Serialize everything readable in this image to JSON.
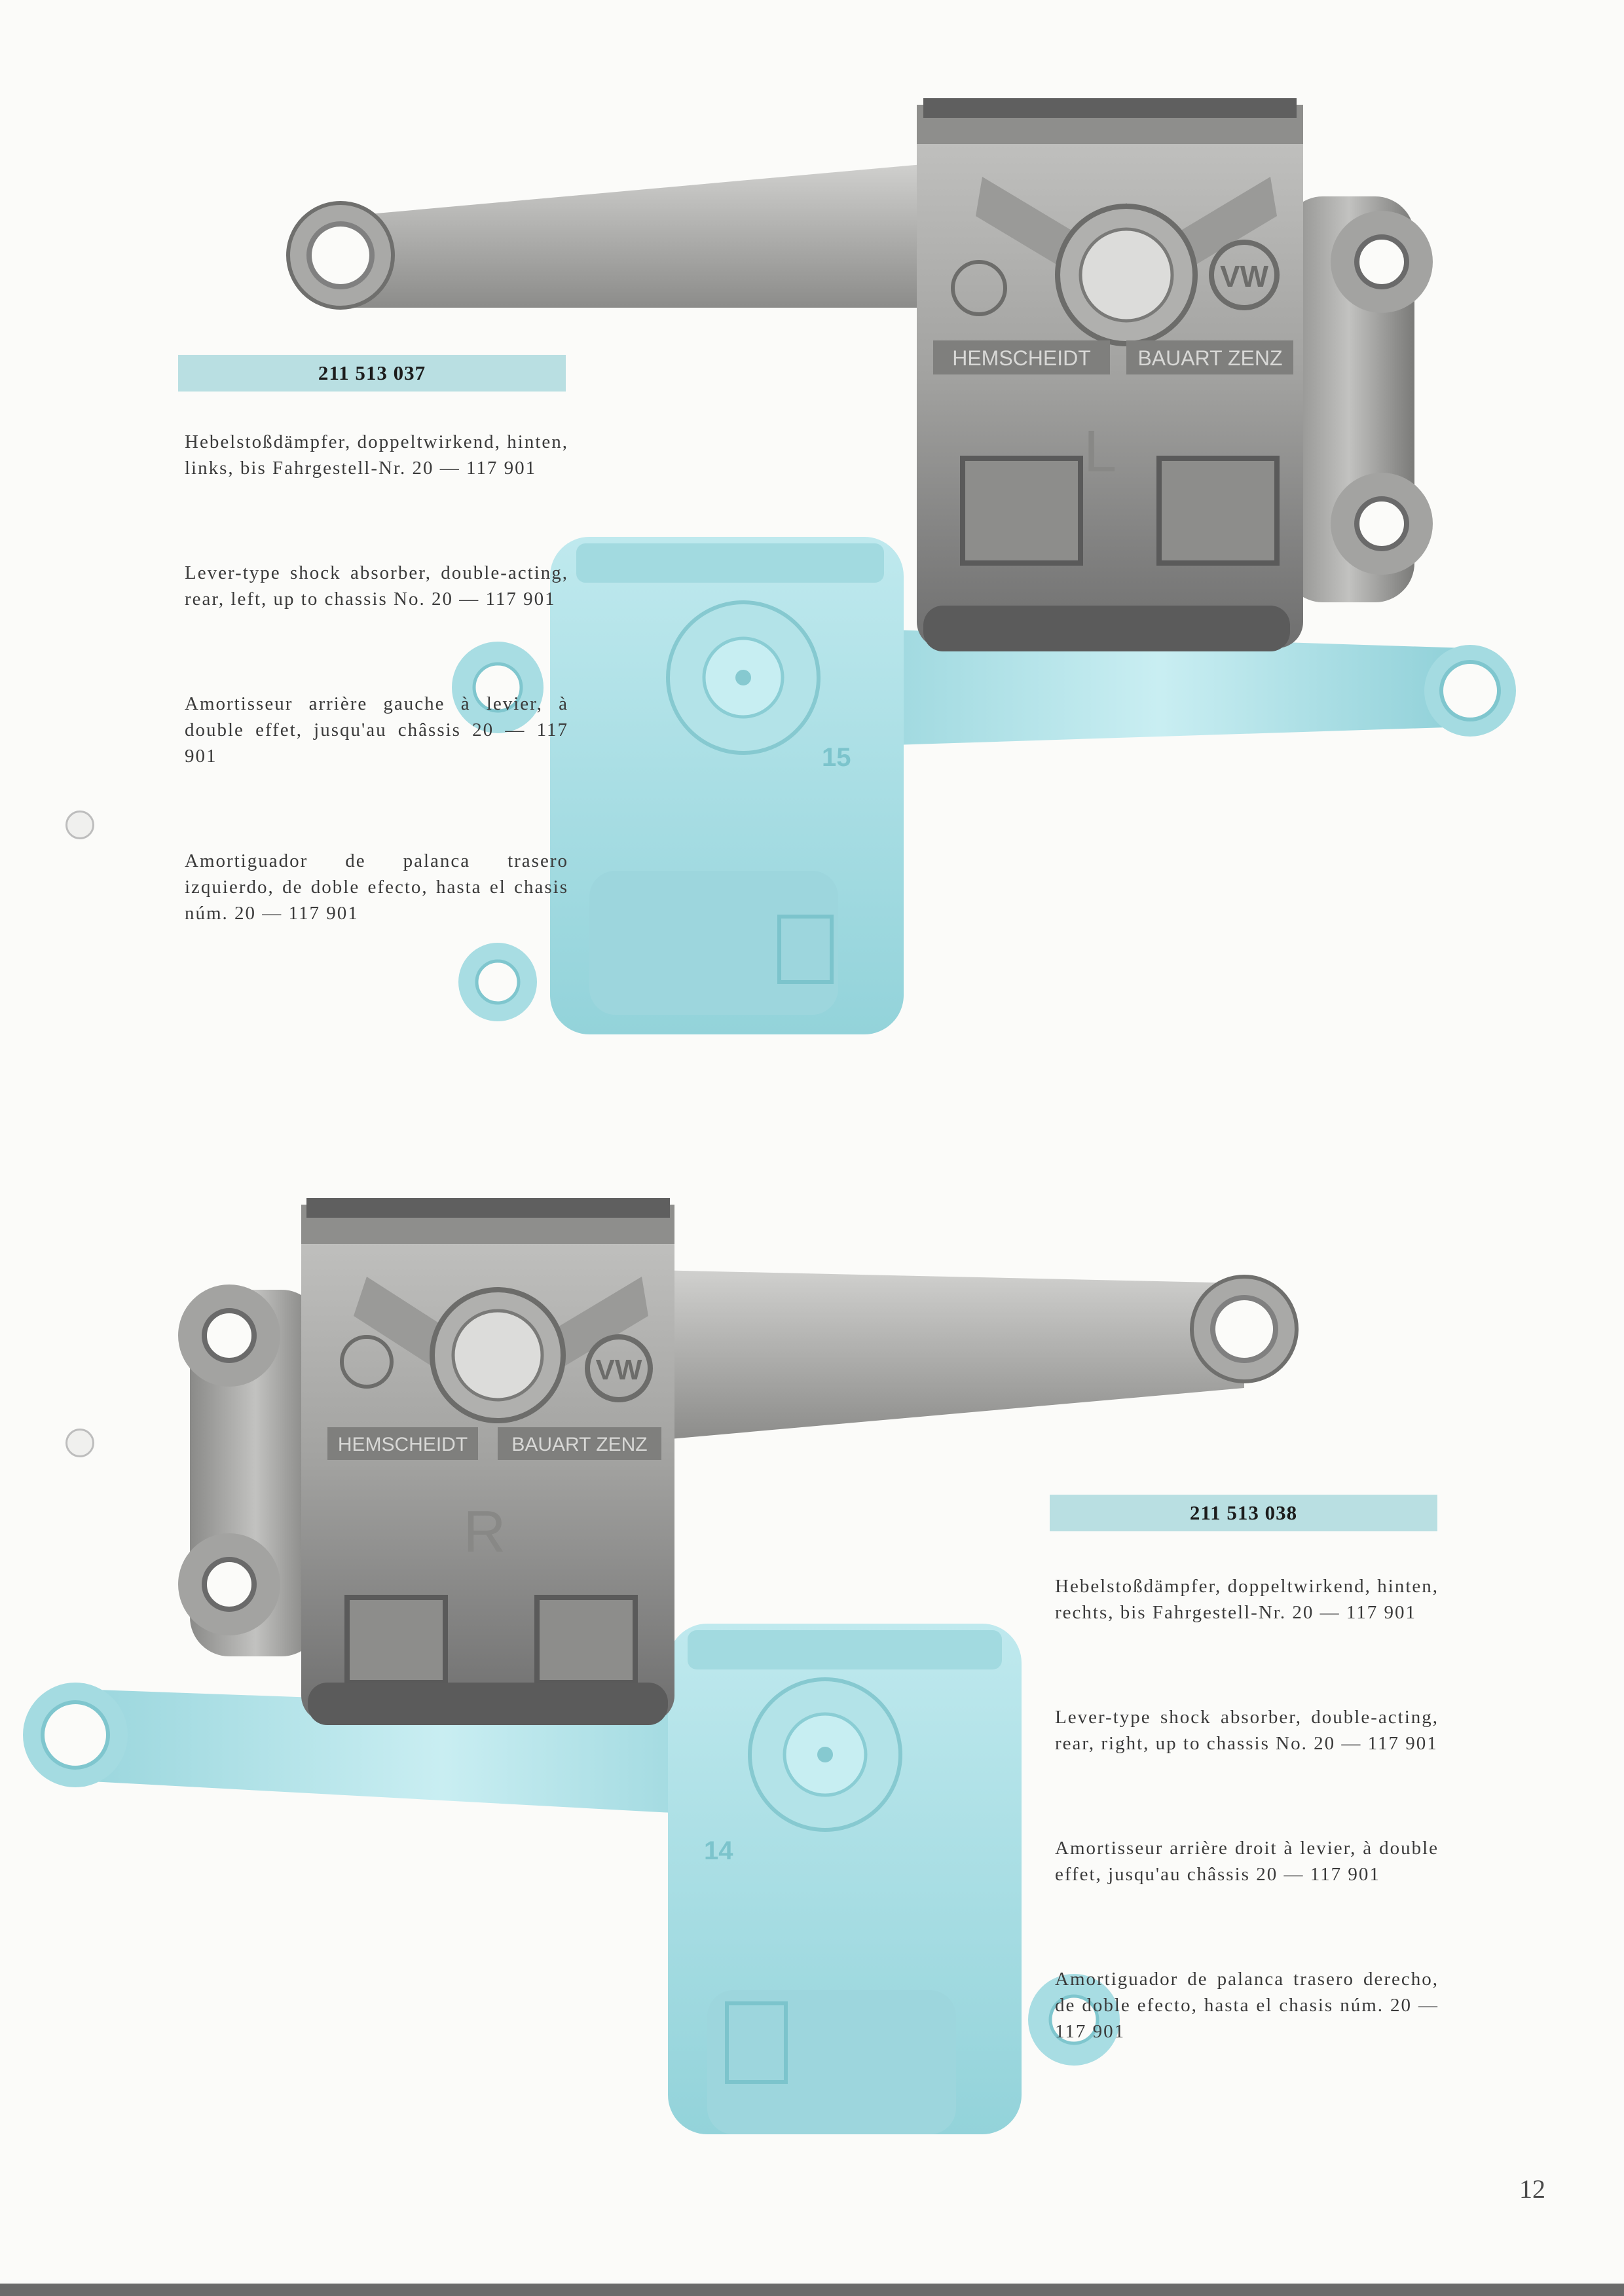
{
  "colors": {
    "label_bg": "#b9dfe2",
    "cyan_part": "#a8dee4",
    "cyan_part_dark": "#7cc4cc",
    "metal_light": "#b4b4b4",
    "metal_dark": "#6f6f6f"
  },
  "top_part": {
    "part_number": "211 513 037",
    "descriptions": [
      "Hebelstoßdämpfer, doppeltwirkend, hinten, links, bis Fahrgestell-Nr. 20 — 117 901",
      "Lever-type shock absorber, double-acting, rear, left, up to chassis No. 20 — 117 901",
      "Amortisseur arrière gauche à levier, à double effet, jusqu'au châssis 20 — 117 901",
      "Amortiguador de palanca trasero izquierdo, de doble efecto, hasta el chasis núm. 20 — 117 901"
    ],
    "casting_text": {
      "brand_left": "HEMSCHEIDT",
      "brand_right": "BAUART ZENZ",
      "side_letter": "L",
      "cyan_number": "15"
    }
  },
  "bottom_part": {
    "part_number": "211 513 038",
    "descriptions": [
      "Hebelstoßdämpfer, doppeltwirkend, hinten, rechts, bis Fahrgestell-Nr. 20 — 117 901",
      "Lever-type shock absorber, double-acting, rear, right, up to chassis No. 20 — 117 901",
      "Amortisseur arrière droit à levier, à double effet, jusqu'au châssis 20 — 117 901",
      "Amortiguador de palanca trasero derecho, de doble efecto, hasta el chasis núm. 20 — 117 901"
    ],
    "casting_text": {
      "brand_left": "HEMSCHEIDT",
      "brand_right": "BAUART ZENZ",
      "side_letter": "R",
      "cyan_number": "14"
    }
  },
  "page_number": "12"
}
